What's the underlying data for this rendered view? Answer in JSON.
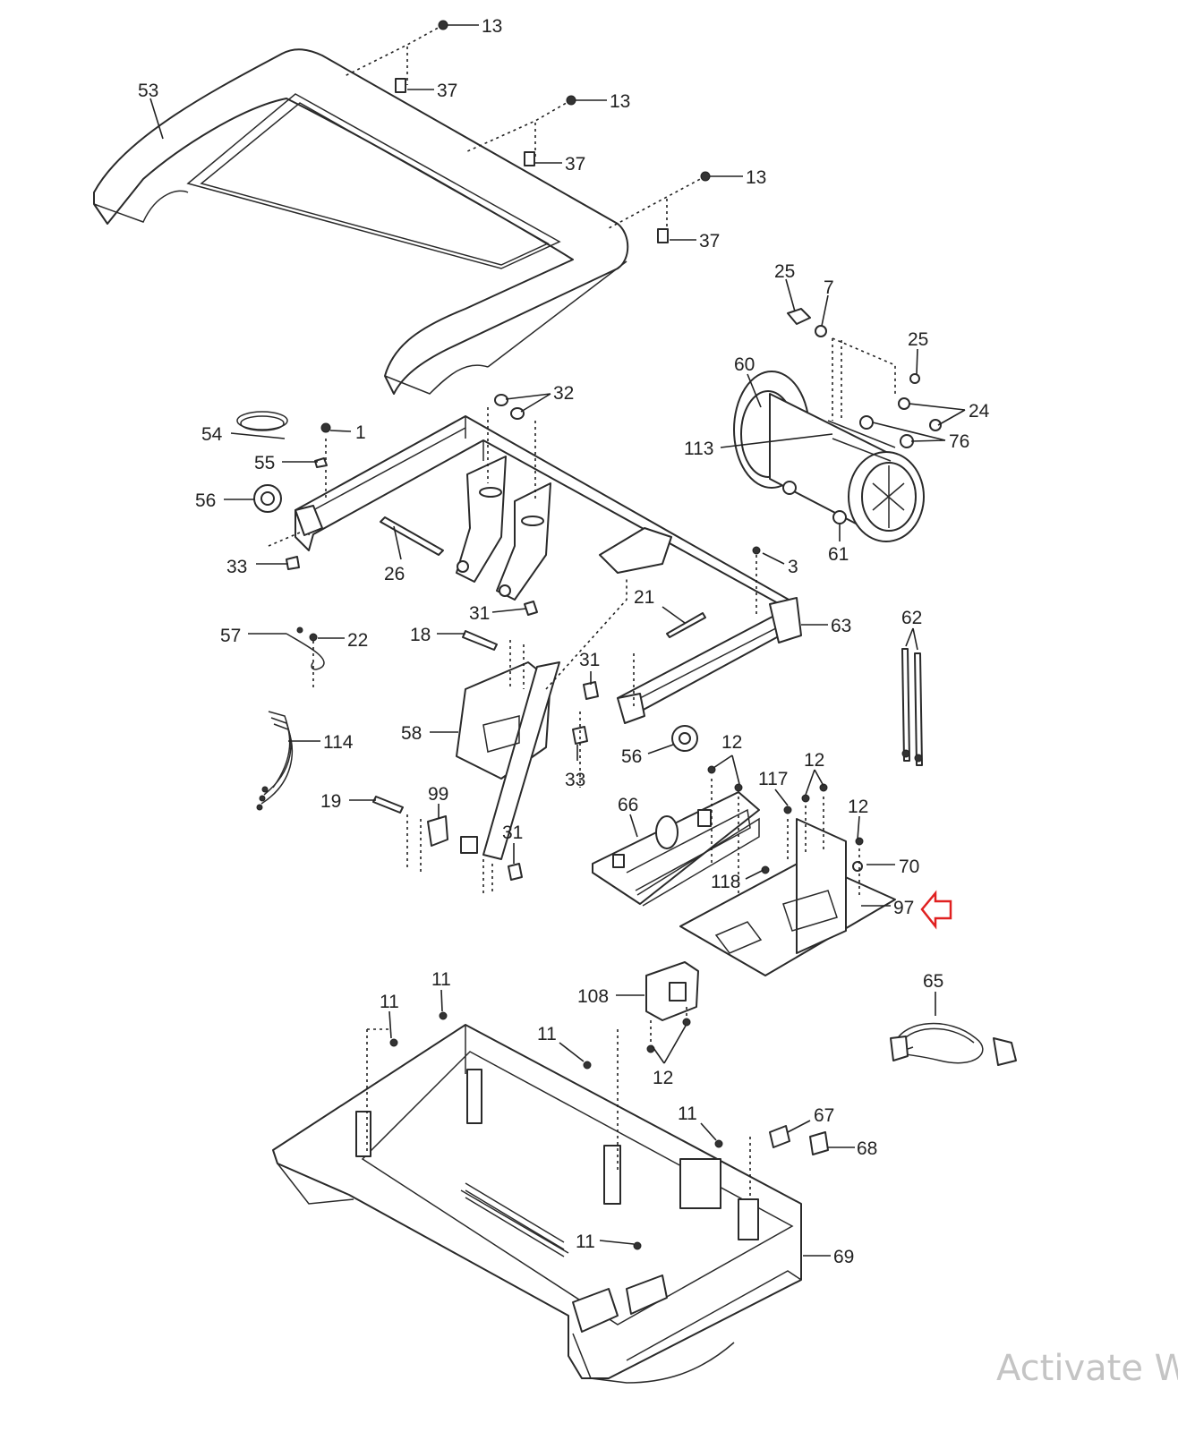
{
  "diagram": {
    "callouts": [
      {
        "id": "c13a",
        "text": "13"
      },
      {
        "id": "c37a",
        "text": "37"
      },
      {
        "id": "c13b",
        "text": "13"
      },
      {
        "id": "c37b",
        "text": "37"
      },
      {
        "id": "c13c",
        "text": "13"
      },
      {
        "id": "c37c",
        "text": "37"
      },
      {
        "id": "c53",
        "text": "53"
      },
      {
        "id": "c25a",
        "text": "25"
      },
      {
        "id": "c7",
        "text": "7"
      },
      {
        "id": "c25b",
        "text": "25"
      },
      {
        "id": "c24",
        "text": "24"
      },
      {
        "id": "c76",
        "text": "76"
      },
      {
        "id": "c60",
        "text": "60"
      },
      {
        "id": "c113",
        "text": "113"
      },
      {
        "id": "c61",
        "text": "61"
      },
      {
        "id": "c32",
        "text": "32"
      },
      {
        "id": "c54",
        "text": "54"
      },
      {
        "id": "c1",
        "text": "1"
      },
      {
        "id": "c55",
        "text": "55"
      },
      {
        "id": "c56a",
        "text": "56"
      },
      {
        "id": "c33a",
        "text": "33"
      },
      {
        "id": "c26",
        "text": "26"
      },
      {
        "id": "c3",
        "text": "3"
      },
      {
        "id": "c31a",
        "text": "31"
      },
      {
        "id": "c21",
        "text": "21"
      },
      {
        "id": "c63",
        "text": "63"
      },
      {
        "id": "c62",
        "text": "62"
      },
      {
        "id": "c57",
        "text": "57"
      },
      {
        "id": "c22",
        "text": "22"
      },
      {
        "id": "c18",
        "text": "18"
      },
      {
        "id": "c31b",
        "text": "31"
      },
      {
        "id": "c114",
        "text": "114"
      },
      {
        "id": "c58",
        "text": "58"
      },
      {
        "id": "c33b",
        "text": "33"
      },
      {
        "id": "c56b",
        "text": "56"
      },
      {
        "id": "c12a",
        "text": "12"
      },
      {
        "id": "c117",
        "text": "117"
      },
      {
        "id": "c12b",
        "text": "12"
      },
      {
        "id": "c19",
        "text": "19"
      },
      {
        "id": "c99",
        "text": "99"
      },
      {
        "id": "c66",
        "text": "66"
      },
      {
        "id": "c12c",
        "text": "12"
      },
      {
        "id": "c31c",
        "text": "31"
      },
      {
        "id": "c70",
        "text": "70"
      },
      {
        "id": "c118",
        "text": "118"
      },
      {
        "id": "c97",
        "text": "97"
      },
      {
        "id": "c65",
        "text": "65"
      },
      {
        "id": "c108",
        "text": "108"
      },
      {
        "id": "c11a",
        "text": "11"
      },
      {
        "id": "c11b",
        "text": "11"
      },
      {
        "id": "c11c",
        "text": "11"
      },
      {
        "id": "c12d",
        "text": "12"
      },
      {
        "id": "c11d",
        "text": "11"
      },
      {
        "id": "c67",
        "text": "67"
      },
      {
        "id": "c68",
        "text": "68"
      },
      {
        "id": "c11e",
        "text": "11"
      },
      {
        "id": "c69",
        "text": "69"
      }
    ],
    "highlight_arrow_color": "#e02020"
  },
  "watermark": {
    "text": "Activate W"
  }
}
